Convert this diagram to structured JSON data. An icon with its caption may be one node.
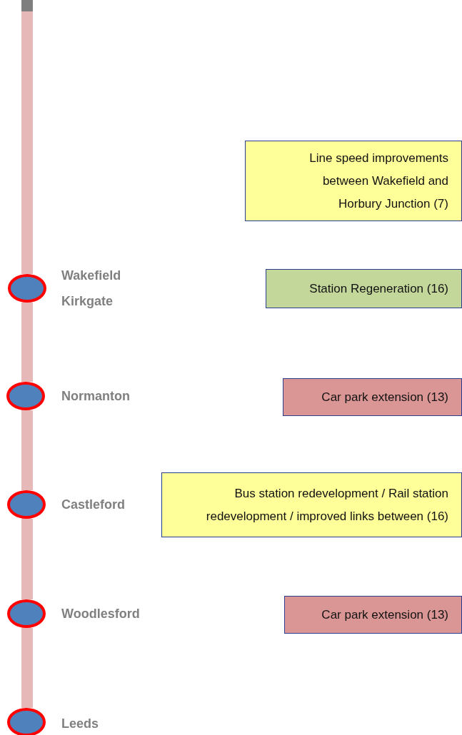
{
  "diagram": {
    "nodes": [
      {
        "text": [
          "Line speed improvements between Wakefield and Horbury Junction (7)"
        ]
      },
      {
        "text": [],
        "shape": "circle",
        "beside": [
          "Wakefield Kirkgate"
        ]
      },
      {
        "text": [
          "Station Regeneration (16)"
        ]
      },
      {
        "text": [],
        "shape": "circle",
        "beside": [
          "Normanton"
        ]
      },
      {
        "text": [
          "Car park extension (13)"
        ]
      },
      {
        "text": [],
        "shape": "circle",
        "beside": [
          "Castleford"
        ]
      },
      {
        "text": [
          "Bus station redevelopment / Rail station redevelopment / improved links between (16)"
        ]
      },
      {
        "text": [],
        "shape": "circle",
        "beside": [
          "Woodlesford"
        ]
      },
      {
        "text": [
          "Car park extension (13)"
        ]
      },
      {
        "text": [],
        "shape": "circle",
        "beside": [
          "Leeds"
        ]
      }
    ],
    "edges": [
      {
        "from": null,
        "to": 1,
        "arrow": "none"
      },
      {
        "from": 1,
        "to": 3,
        "arrow": "none"
      },
      {
        "from": 3,
        "to": 5,
        "arrow": "none"
      },
      {
        "from": 5,
        "to": 7,
        "arrow": "none"
      },
      {
        "from": 7,
        "to": 9,
        "arrow": "none"
      }
    ]
  }
}
